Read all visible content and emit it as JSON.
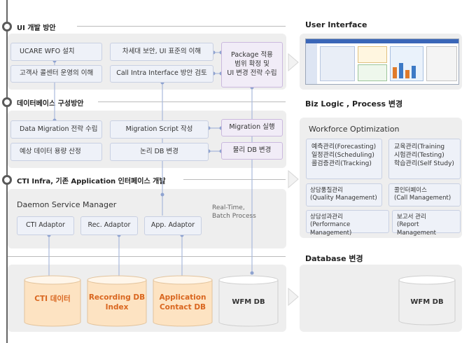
{
  "sections": {
    "ui": "UI 개발 방안",
    "db": "데이터베이스 구성방안",
    "cti": "CTI Infra, 기존 Application 인터페이스 개발"
  },
  "ui_boxes": {
    "ucare": "UCARE WFO 설치",
    "next_security": "차세대 보안, UI 표준의 이해",
    "call_center": "고객사 콜센터 운영의 이해",
    "call_intra": "Call Intra Interface 방안 검토",
    "package": [
      "Package 적용",
      "범위 확정 및",
      "UI 변경 전략 수립"
    ]
  },
  "db_boxes": {
    "data_migration": "Data Migration 전략 수립",
    "migration_script": "Migration Script 작성",
    "migration_run": "Migration 실행",
    "estimate": "예상 데이터 용량 산정",
    "logical_db": "논리 DB 변경",
    "physical_db": "물리 DB 변경"
  },
  "cti": {
    "title": "Daemon Service Manager",
    "note": [
      "Real-Time,",
      "Batch Process"
    ],
    "adaptors": [
      "CTI Adaptor",
      "Rec. Adaptor",
      "App. Adaptor"
    ]
  },
  "databases": {
    "cti": "CTI 데이터",
    "recording": [
      "Recording DB",
      "Index"
    ],
    "application": [
      "Application",
      "Contact DB"
    ],
    "wfm": "WFM DB"
  },
  "right": {
    "ui_title": "User Interface",
    "biz_title": "Biz Logic , Process 변경",
    "workforce_title": "Workforce Optimization",
    "modules": {
      "left_group": [
        "예측관리(Forecasting)",
        "일정관리(Scheduling)",
        "콜검증관리(Tracking)"
      ],
      "right_group": [
        "교육관리(Training",
        "시험관리(Testing)",
        "학습관리(Self Study)"
      ],
      "quality": [
        "상담품질관리",
        "(Quality Management)"
      ],
      "call_interface": [
        "콜인터페이스",
        "(Call Management)"
      ],
      "performance": [
        "상담성과관리",
        "(Performance Management)"
      ],
      "report": [
        "보고서 관리",
        "(Report Management"
      ]
    },
    "db_title": "Database 변경",
    "db_label": "WFM DB"
  },
  "colors": {
    "panel": "#eeeeee",
    "box_fill": "#eef1f8",
    "purple_fill": "#f1ecf7",
    "orange_text": "#d9661f",
    "cylinder_orange": "#fde3c2",
    "connector": "#a9b9dc"
  }
}
